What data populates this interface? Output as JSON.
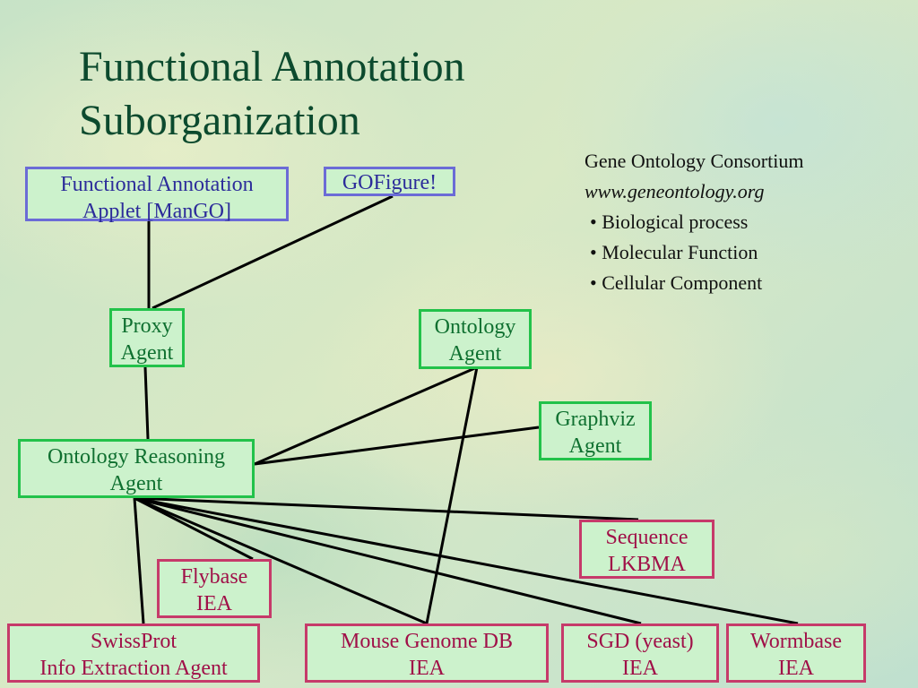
{
  "title": {
    "line1": "Functional Annotation",
    "line2": "Suborganization"
  },
  "info": {
    "heading": "Gene Ontology Consortium",
    "url": "www.geneontology.org",
    "bullets": [
      "• Biological process",
      "• Molecular Function",
      "• Cellular Component"
    ]
  },
  "nodes": {
    "functional_annotation_applet": {
      "lines": [
        "Functional Annotation",
        "Applet [ManGO]"
      ],
      "color": "#6b6bd6"
    },
    "gofigure": {
      "lines": [
        "GOFigure!"
      ],
      "color": "#6b6bd6"
    },
    "proxy_agent": {
      "lines": [
        "Proxy",
        "Agent"
      ],
      "color": "#22c24a"
    },
    "ontology_agent": {
      "lines": [
        "Ontology",
        "Agent"
      ],
      "color": "#22c24a"
    },
    "graphviz_agent": {
      "lines": [
        "Graphviz",
        "Agent"
      ],
      "color": "#22c24a"
    },
    "ontology_reasoning_agent": {
      "lines": [
        "Ontology Reasoning",
        "Agent"
      ],
      "color": "#22c24a"
    },
    "sequence_lkbma": {
      "lines": [
        "Sequence",
        "LKBMA"
      ],
      "color": "#c63a6a"
    },
    "flybase_iea": {
      "lines": [
        "Flybase",
        "IEA"
      ],
      "color": "#c63a6a"
    },
    "swissprot": {
      "lines": [
        "SwissProt",
        "Info Extraction Agent"
      ],
      "color": "#c63a6a"
    },
    "mouse_genome_db": {
      "lines": [
        "Mouse Genome DB",
        "IEA"
      ],
      "color": "#c63a6a"
    },
    "sgd_yeast": {
      "lines": [
        "SGD (yeast)",
        "IEA"
      ],
      "color": "#c63a6a"
    },
    "wormbase_iea": {
      "lines": [
        "Wormbase",
        "IEA"
      ],
      "color": "#c63a6a"
    }
  },
  "edges": [
    [
      "functional_annotation_applet",
      "proxy_agent"
    ],
    [
      "gofigure",
      "proxy_agent"
    ],
    [
      "proxy_agent",
      "ontology_reasoning_agent"
    ],
    [
      "ontology_reasoning_agent",
      "ontology_agent"
    ],
    [
      "ontology_reasoning_agent",
      "graphviz_agent"
    ],
    [
      "ontology_reasoning_agent",
      "sequence_lkbma"
    ],
    [
      "ontology_reasoning_agent",
      "flybase_iea"
    ],
    [
      "ontology_reasoning_agent",
      "swissprot"
    ],
    [
      "ontology_reasoning_agent",
      "mouse_genome_db"
    ],
    [
      "ontology_reasoning_agent",
      "sgd_yeast"
    ],
    [
      "ontology_reasoning_agent",
      "wormbase_iea"
    ],
    [
      "ontology_agent",
      "mouse_genome_db"
    ]
  ]
}
